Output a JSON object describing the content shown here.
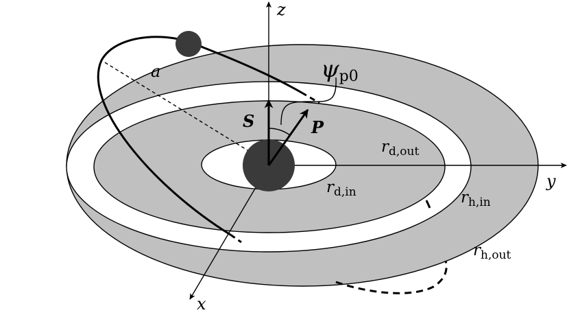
{
  "labels": {
    "z_axis": "z",
    "y_axis": "y",
    "x_axis": "x",
    "semi_major_axis": "a",
    "spin_vector": "S",
    "orbital_angular_momentum": "P",
    "angle_symbol": "ψ",
    "angle_subscript": "p0",
    "r": "r",
    "disk_outer_subscript": "d,out",
    "disk_inner_subscript": "d,in",
    "halo_inner_subscript": "h,in",
    "halo_outer_subscript": "h,out"
  },
  "colors": {
    "ring_fill": "#c0c0c0",
    "central_body": "#3a3a3a",
    "orbiting_body": "#3a3a3a",
    "lines": "#000000",
    "background": "#ffffff"
  }
}
